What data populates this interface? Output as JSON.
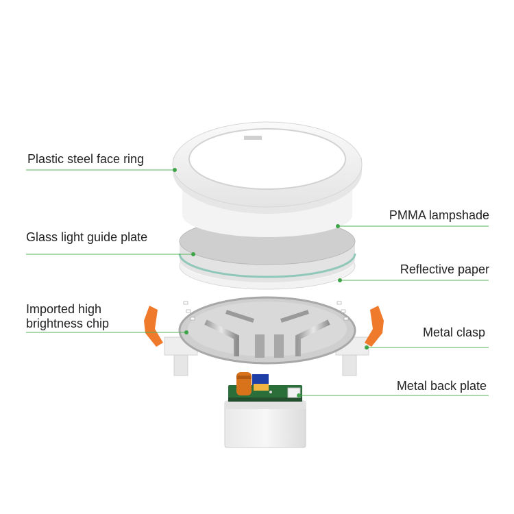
{
  "colors": {
    "leader": "#55b35a",
    "dot": "#3ea447",
    "clip": "#f07a2c",
    "pcb": "#2b6e3a",
    "capacitor": "#d8731c",
    "transformer": "#1d3fa6"
  },
  "labels": {
    "face_ring": "Plastic steel face ring",
    "pmma": "PMMA lampshade",
    "glass": "Glass light guide plate",
    "reflective": "Reflective paper",
    "chip_line1": "Imported high",
    "chip_line2": "brightness chip",
    "clasp": "Metal clasp",
    "back_plate": "Metal back plate"
  }
}
